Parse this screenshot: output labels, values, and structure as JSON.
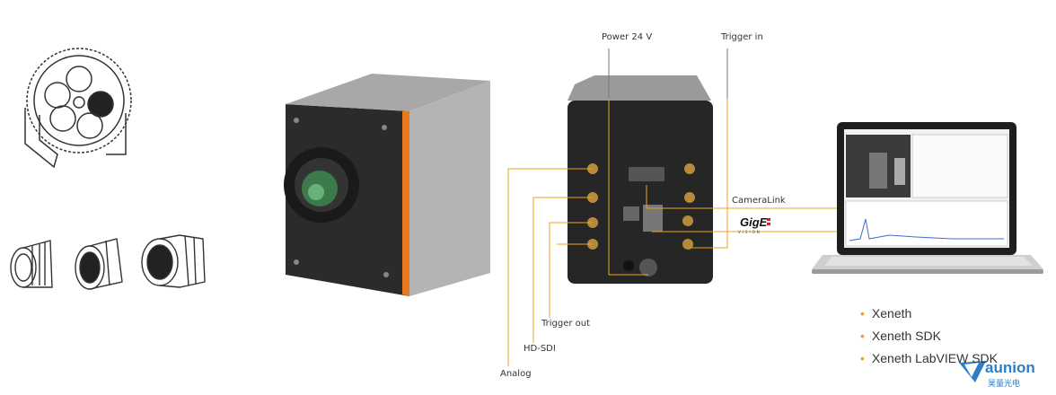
{
  "connectors": {
    "power": "Power 24 V",
    "trigger_in": "Trigger in",
    "cameralink": "CameraLink",
    "trigger_out": "Trigger out",
    "hd_sdi": "HD-SDI",
    "analog": "Analog"
  },
  "logos": {
    "gige": "GigE VISION",
    "brand": "aunion",
    "brand_cn": "昊量光电"
  },
  "software": {
    "items": [
      "Xeneth",
      "Xeneth SDK",
      "Xeneth LabVIEW SDK"
    ]
  },
  "colors": {
    "accent": "#f0a020",
    "camera_orange": "#e87a1e"
  }
}
